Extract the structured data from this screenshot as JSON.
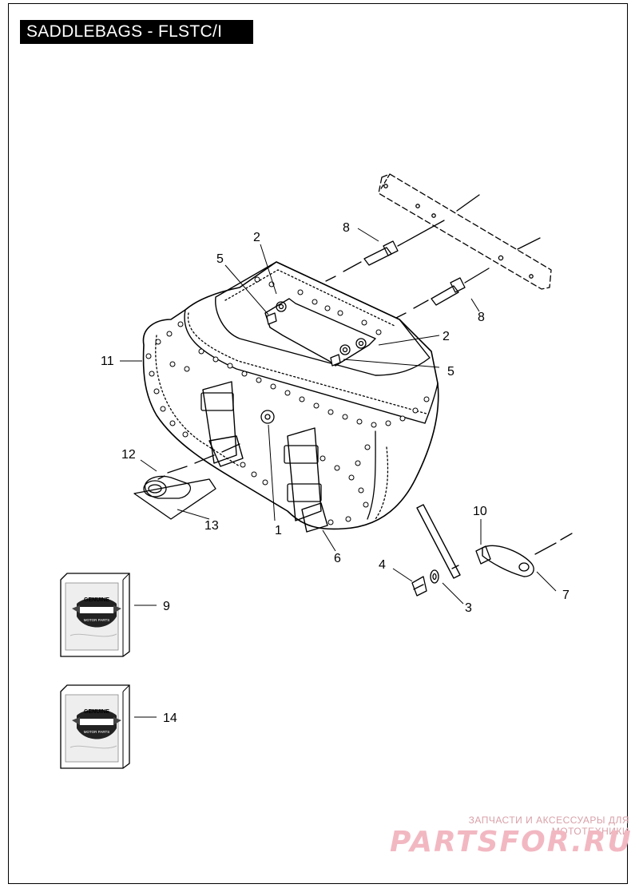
{
  "title": "SADDLEBAGS - FLSTC/I",
  "callouts": {
    "c1": "1",
    "c2a": "2",
    "c2b": "2",
    "c3": "3",
    "c4": "4",
    "c5a": "5",
    "c5b": "5",
    "c6": "6",
    "c7": "7",
    "c8a": "8",
    "c8b": "8",
    "c9": "9",
    "c10": "10",
    "c11": "11",
    "c12": "12",
    "c13": "13",
    "c14": "14"
  },
  "product_boxes": {
    "box9": {
      "brand": "GENUINE",
      "sub": "MOTOR PARTS"
    },
    "box14": {
      "brand": "GENUINE",
      "sub": "MOTOR PARTS"
    }
  },
  "watermark": {
    "tagline": "ЗАПЧАСТИ И АКСЕССУАРЫ ДЛЯ МОТОТЕХНИКИ",
    "brand": "PARTSFOR.RU"
  }
}
